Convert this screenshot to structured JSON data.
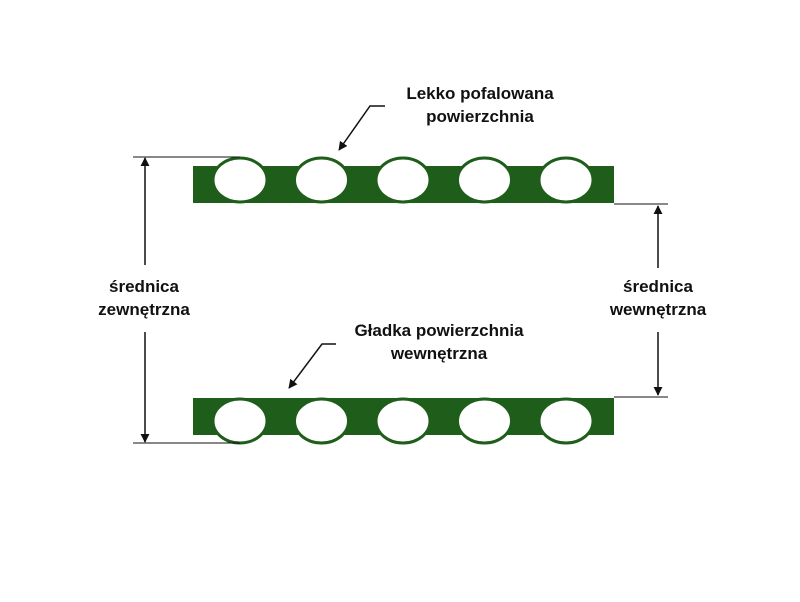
{
  "labels": {
    "top_surface": [
      "Lekko pofalowana",
      "powierzchnia"
    ],
    "outer_diameter": [
      "średnica",
      "zewnętrzna"
    ],
    "inner_diameter": [
      "średnica",
      "wewnętrzna"
    ],
    "inner_surface": [
      "Gładka powierzchnia",
      "wewnętrzna"
    ]
  },
  "colors": {
    "pipe_wall": "#1e5e1a",
    "hole": "#ffffff",
    "line": "#111111"
  },
  "pipe": {
    "holes_per_wall": 5
  }
}
